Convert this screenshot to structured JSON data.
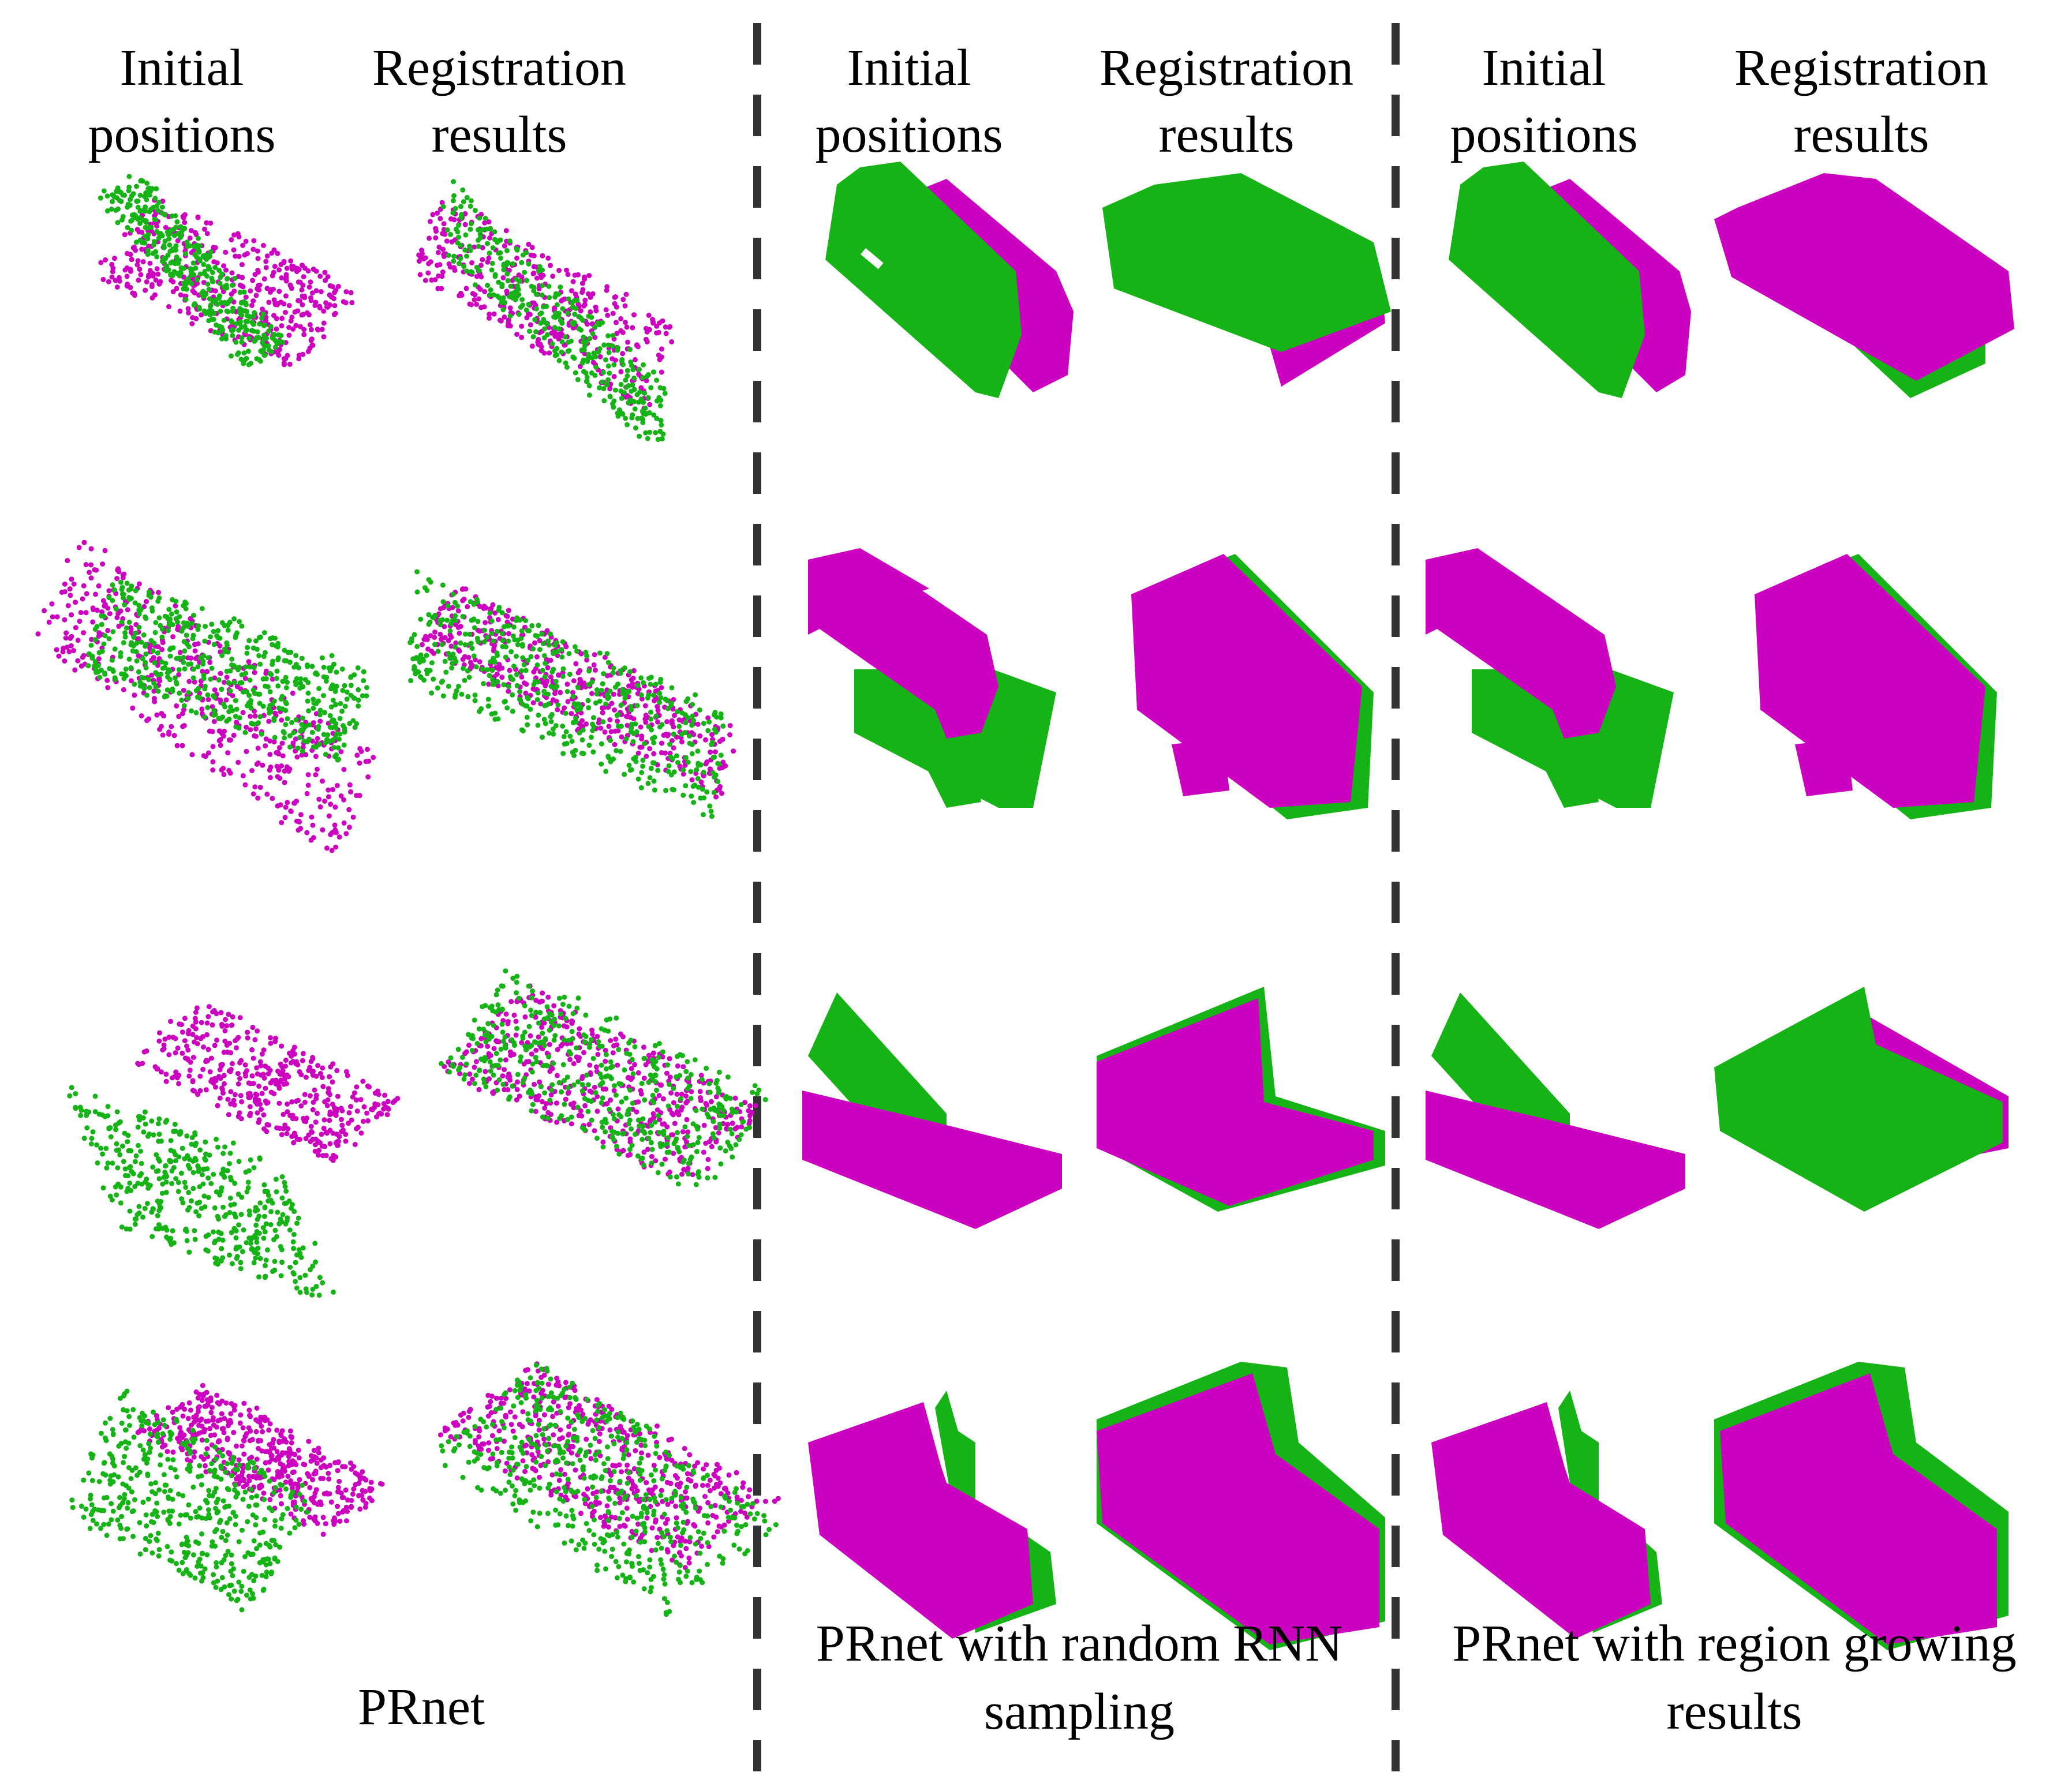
{
  "figure": {
    "colors": {
      "source": "#cc00bf",
      "target": "#16b316",
      "divider": "#333333"
    },
    "columns": [
      {
        "line1": "Initial",
        "line2": "positions"
      },
      {
        "line1": "Registration",
        "line2": "results"
      },
      {
        "line1": "Initial",
        "line2": "positions"
      },
      {
        "line1": "Registration",
        "line2": "results"
      },
      {
        "line1": "Initial",
        "line2": "positions"
      },
      {
        "line1": "Registration",
        "line2": "results"
      }
    ],
    "groups": [
      {
        "line1": "PRnet",
        "line2": ""
      },
      {
        "line1": "PRnet with random RNN",
        "line2": "sampling"
      },
      {
        "line1": "PRnet with region growing",
        "line2": "results"
      }
    ]
  }
}
